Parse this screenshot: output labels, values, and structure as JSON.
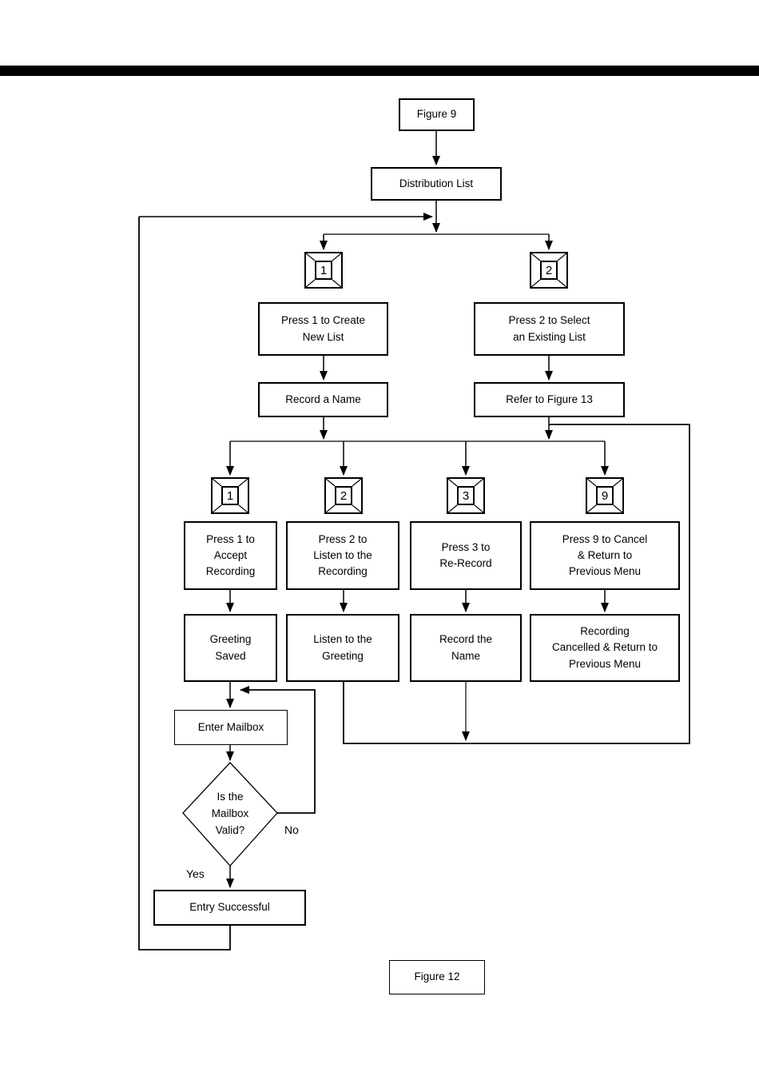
{
  "figure_header": {
    "label": "Figure 9"
  },
  "root": {
    "label": "Distribution List"
  },
  "top_keypads": [
    {
      "digit": "1"
    },
    {
      "digit": "2"
    }
  ],
  "create_branch": {
    "action": "Press 1 to Create\nNew List",
    "step": "Record a Name"
  },
  "select_branch": {
    "action": "Press 2 to Select\nan Existing List",
    "step": "Refer to Figure 13"
  },
  "menu_keypads": [
    {
      "digit": "1"
    },
    {
      "digit": "2"
    },
    {
      "digit": "3"
    },
    {
      "digit": "9"
    }
  ],
  "menu_options": [
    {
      "action": "Press 1 to\nAccept\nRecording",
      "result": "Greeting\nSaved"
    },
    {
      "action": "Press 2 to\nListen to the\nRecording",
      "result": "Listen to the\nGreeting"
    },
    {
      "action": "Press 3 to\nRe-Record",
      "result": "Record the\nName"
    },
    {
      "action": "Press 9 to Cancel\n& Return to\nPrevious Menu",
      "result": "Recording\nCancelled & Return to\nPrevious Menu"
    }
  ],
  "mailbox": {
    "enter": "Enter Mailbox",
    "decision": "Is the\nMailbox\nValid?",
    "yes": "Yes",
    "no": "No",
    "success": "Entry Successful"
  },
  "figure_footer": {
    "label": "Figure 12"
  },
  "colors": {
    "line": "#000000",
    "background": "#ffffff",
    "bar": "#000000"
  }
}
